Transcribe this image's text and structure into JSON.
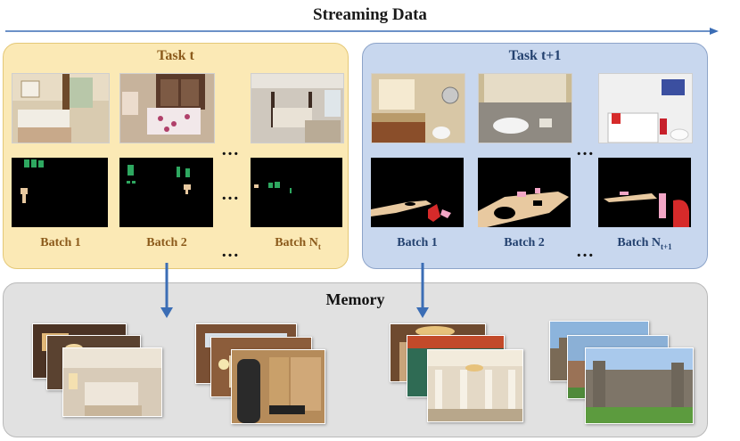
{
  "stream": {
    "title": "Streaming Data"
  },
  "task_t": {
    "title": "Task t",
    "batches": [
      {
        "label": "Batch 1"
      },
      {
        "label": "Batch 2"
      },
      {
        "label_main": "Batch N",
        "label_sub": "t"
      }
    ],
    "ellipsis": "…"
  },
  "task_t1": {
    "title": "Task t+1",
    "batches": [
      {
        "label": "Batch 1"
      },
      {
        "label": "Batch 2"
      },
      {
        "label_main": "Batch N",
        "label_sub": "t+1"
      }
    ],
    "ellipsis": "…"
  },
  "memory": {
    "title": "Memory"
  },
  "colors": {
    "task_t_fill": "#fbe9b5",
    "task_t1_fill": "#c8d7ee",
    "memory_fill": "#e1e1e1",
    "arrow_blue": "#3b6db5",
    "mask_green": "#2ea860",
    "mask_tan": "#e8c9a0",
    "mask_red": "#d62a2a",
    "mask_pink": "#f2a6c6"
  }
}
